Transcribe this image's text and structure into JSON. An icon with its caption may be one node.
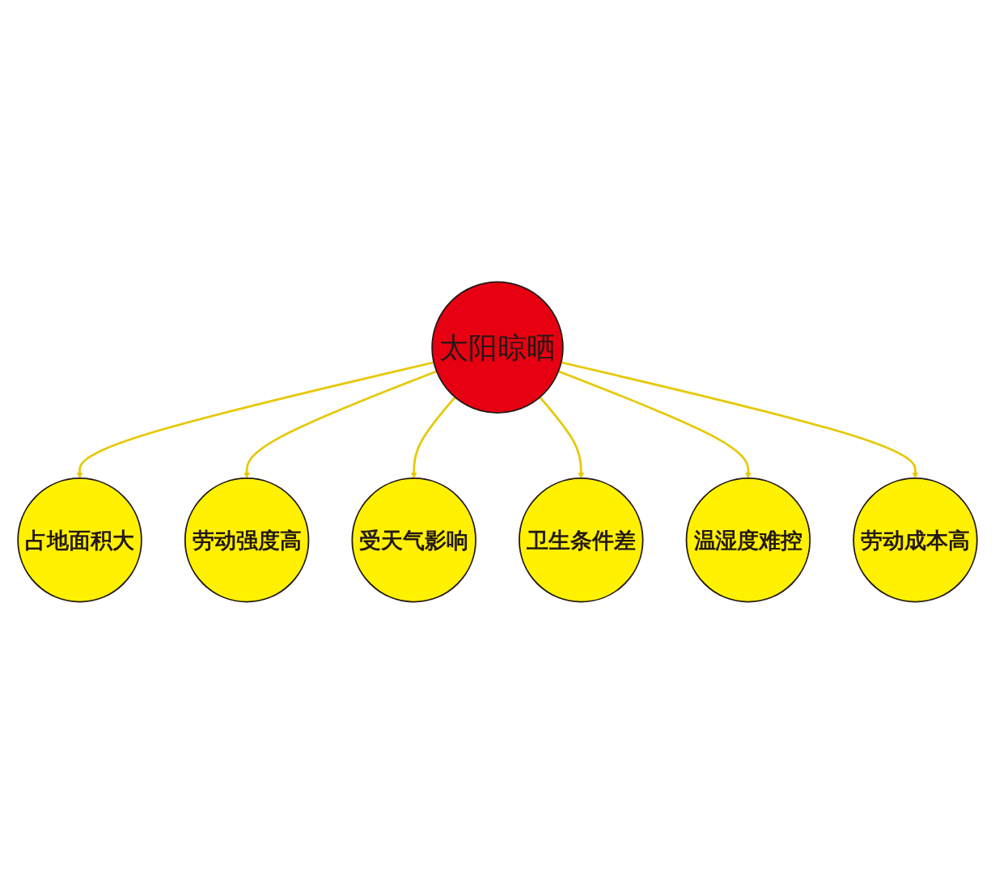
{
  "diagram": {
    "nodes": [
      {
        "text": [
          "占地面积大"
        ]
      },
      {
        "text": [
          "劳动强度高"
        ]
      },
      {
        "text": [
          "受天气影响"
        ]
      },
      {
        "text": [
          "太阳晾晒"
        ]
      },
      {
        "text": [
          "卫生条件差"
        ]
      },
      {
        "text": [
          "温湿度难控"
        ]
      },
      {
        "text": [
          "劳动成本高"
        ]
      }
    ],
    "edges": [
      {
        "from": 3,
        "to": 0,
        "arrow": "to"
      },
      {
        "from": 3,
        "to": 1,
        "arrow": "to"
      },
      {
        "from": 3,
        "to": 2,
        "arrow": "to"
      },
      {
        "from": 3,
        "to": 4,
        "arrow": "to"
      },
      {
        "from": 3,
        "to": 5,
        "arrow": "to"
      },
      {
        "from": 3,
        "to": 6,
        "arrow": "to"
      }
    ]
  }
}
